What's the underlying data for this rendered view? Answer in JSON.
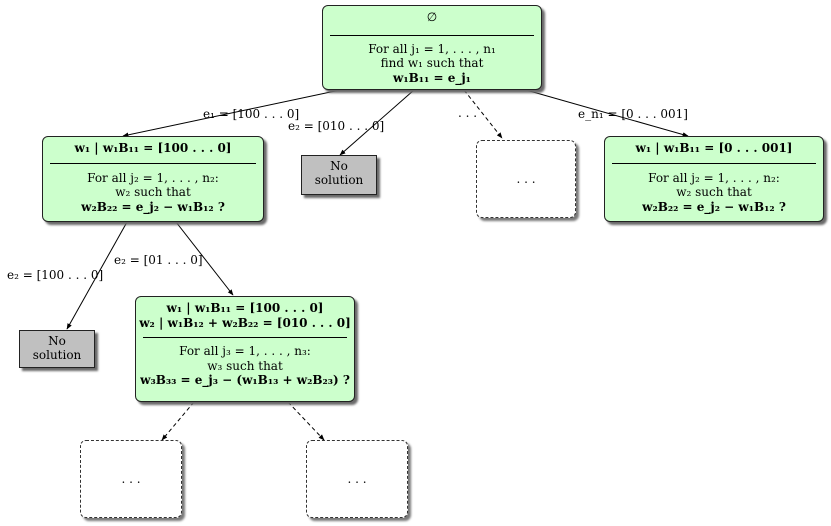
{
  "root": {
    "top": "∅",
    "line1": "For all j₁  =  1, . . . , n₁",
    "line2": "find w₁ such that",
    "line3": "w₁B₁₁   =   e_j₁"
  },
  "edges": {
    "root_left": "e₁ = [100 . . . 0]",
    "root_mid": "e₂ = [010 . . . 0]",
    "root_dots": ". . .",
    "root_right": "e_n₁ = [0 . . . 001]",
    "left_left": "e₂ = [100 . . . 0]",
    "left_right": "e₂ = [01 . . . 0]"
  },
  "left_node": {
    "top": "w₁ | w₁B₁₁  =  [100 . . . 0]",
    "line1": "For all j₂  =  1, . . . , n₂:",
    "line2": "w₂ such that",
    "line3": "w₂B₂₂  =  e_j₂ − w₁B₁₂ ?"
  },
  "right_node": {
    "top": "w₁ | w₁B₁₁  =  [0 . . . 001]",
    "line1": "For all j₂  =  1, . . . , n₂:",
    "line2": "w₂ such that",
    "line3": "w₂B₂₂  =  e_j₂ − w₁B₁₂ ?"
  },
  "deep_node": {
    "top1": "w₁ | w₁B₁₁  =  [100 . . . 0]",
    "top2": "w₂ | w₁B₁₂ + w₂B₂₂ = [010 . . . 0]",
    "line1": "For all j₃  =  1, . . . , n₃:",
    "line2": "w₃ such that",
    "line3": "w₃B₃₃ = e_j₃ − (w₁B₁₃ + w₂B₂₃) ?"
  },
  "no_solution": {
    "line1": "No",
    "line2": "solution"
  },
  "ellipsis": ". . .",
  "colors": {
    "node_fill": "#ccffcc",
    "fail_fill": "#c0c0c0",
    "edge": "#000000"
  }
}
